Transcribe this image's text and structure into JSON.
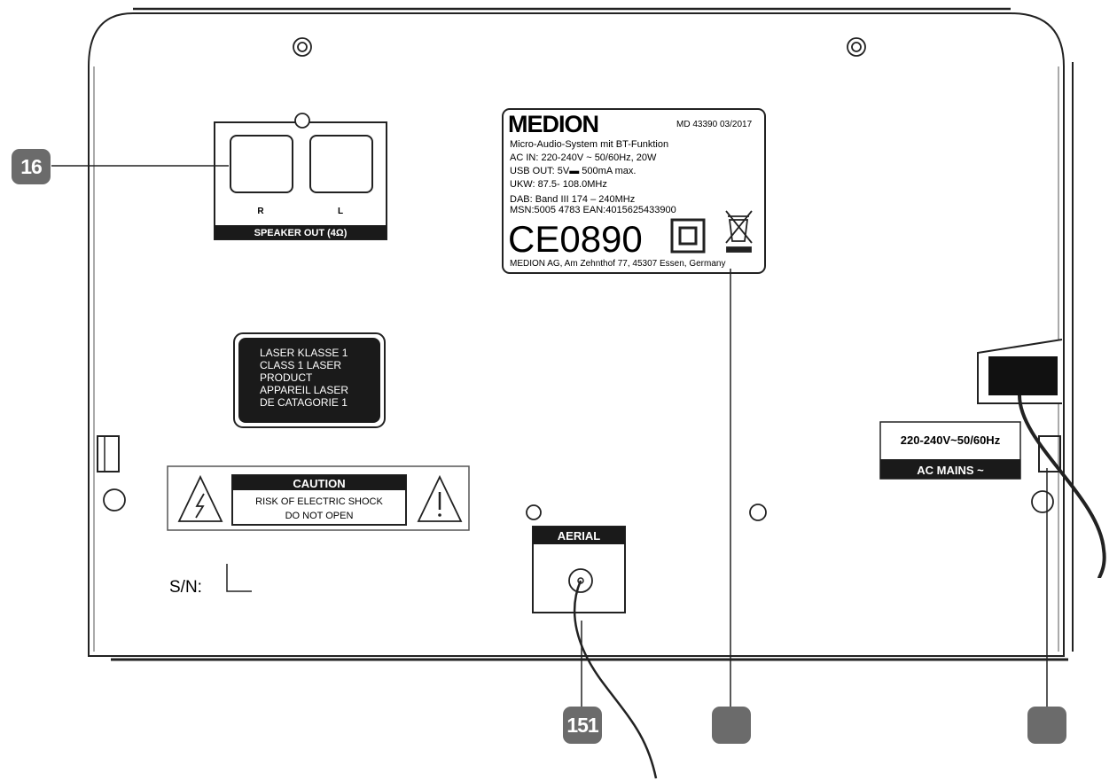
{
  "speaker_label": {
    "channel_right": "R",
    "channel_left": "L",
    "caption": "SPEAKER OUT (4Ω)"
  },
  "rating_plate": {
    "brand": "MEDION",
    "model": "MD 43390",
    "date": "03/2017",
    "lines": [
      "Micro-Audio-System mit BT-Funktion",
      "AC IN: 220-240V ~ 50/60Hz, 20W",
      "USB OUT: 5V▬ 500mA max.",
      "UKW: 87.5- 108.0MHz",
      "DAB: Band III 174 – 240MHz",
      "MSN:5005 4783  EAN:4015625433900"
    ],
    "ce_mark": "CE0890",
    "address": "MEDION AG, Am Zehnthof 77, 45307 Essen, Germany"
  },
  "laser_label": {
    "lines": [
      "LASER KLASSE 1",
      "CLASS 1 LASER",
      "PRODUCT",
      "APPAREIL LASER",
      "DE CATAGORIE 1"
    ]
  },
  "caution_label": {
    "title": "CAUTION",
    "line1": "RISK OF ELECTRIC SHOCK",
    "line2": "DO NOT OPEN"
  },
  "serial_label": "S/N:",
  "aerial_label": "AERIAL",
  "mains_label": {
    "voltage": "220-240V~50/60Hz",
    "caption": "AC MAINS ~"
  },
  "callouts": [
    {
      "id": "speaker-out",
      "number": "16"
    },
    {
      "id": "aerial",
      "number": "151"
    },
    {
      "id": "rating-plate",
      "number": ""
    },
    {
      "id": "power-cable",
      "number": ""
    }
  ],
  "colors": {
    "line": "#222222",
    "badge": "#6b6b6b",
    "label_dark": "#1a1a1a"
  }
}
